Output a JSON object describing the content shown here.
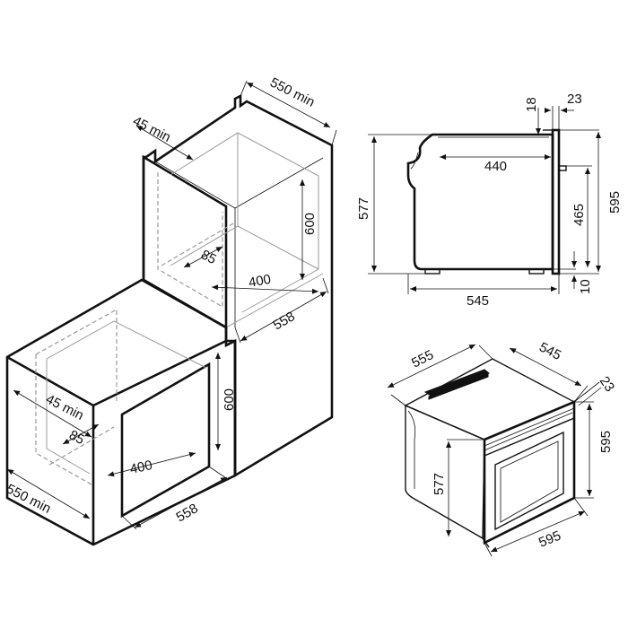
{
  "dimensions": {
    "tall_unit": {
      "depth_min": "550 min",
      "vent_min": "45 min",
      "niche_height": "600",
      "inner_depth": "85",
      "niche_depth": "400",
      "niche_width": "558"
    },
    "under_counter": {
      "vent_min": "45 min",
      "niche_height": "600",
      "inner_depth": "85",
      "niche_depth": "400",
      "niche_width": "558",
      "depth_min": "550 min"
    },
    "side_view": {
      "top_offset": "18",
      "front_thickness": "23",
      "cavity_depth": "440",
      "body_height": "577",
      "total_height": "595",
      "door_height": "465",
      "foot_height": "10",
      "total_depth": "545"
    },
    "perspective_view": {
      "depth_a": "555",
      "depth_b": "545",
      "front_thickness": "23",
      "total_height": "595",
      "body_height": "577",
      "width": "595"
    }
  }
}
